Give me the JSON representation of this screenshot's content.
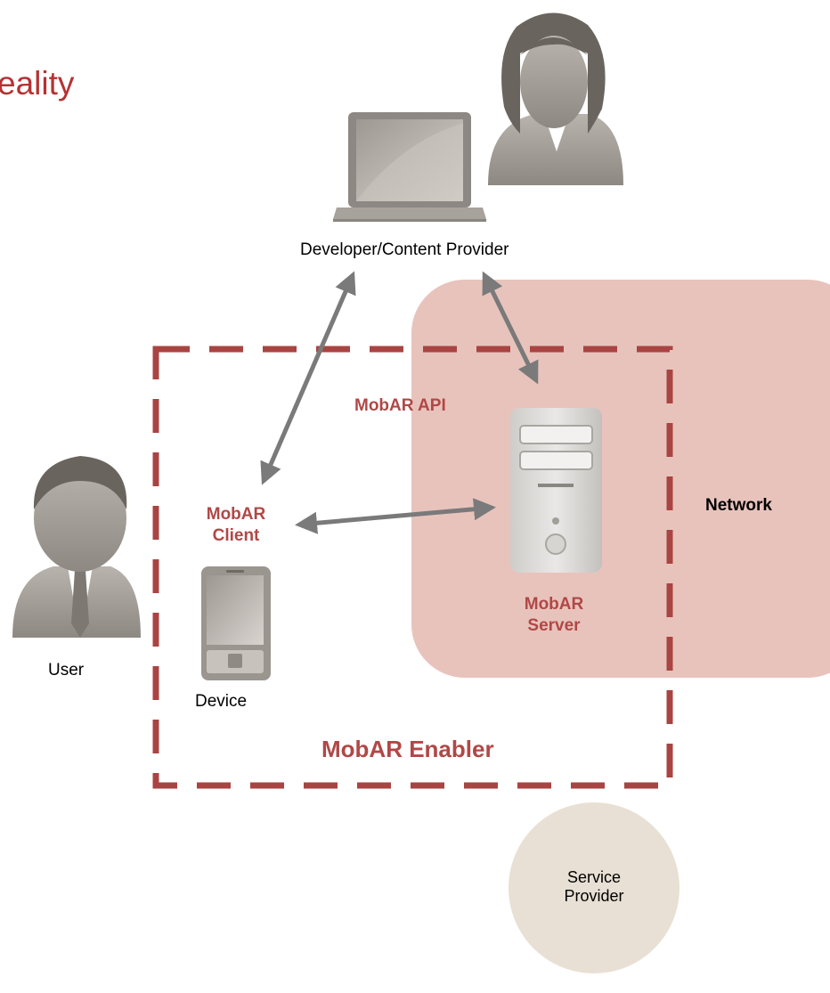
{
  "title": "eality",
  "developer_label": "Developer/Content Provider",
  "mobar_api_label": "MobAR API",
  "network_label": "Network",
  "client_label_line1": "MobAR",
  "client_label_line2": "Client",
  "server_label_line1": "MobAR",
  "server_label_line2": "Server",
  "user_label": "User",
  "device_label": "Device",
  "enabler_label": "MobAR Enabler",
  "service_provider_line1": "Service",
  "service_provider_line2": "Provider",
  "colors": {
    "title": "#b53233",
    "accent_text": "#b04846",
    "enabler_dash": "#a94442",
    "network_fill": "#e8c3bc",
    "service_fill": "#e8e0d4",
    "arrow": "#7a7a7a",
    "figure": "#9a9590"
  }
}
